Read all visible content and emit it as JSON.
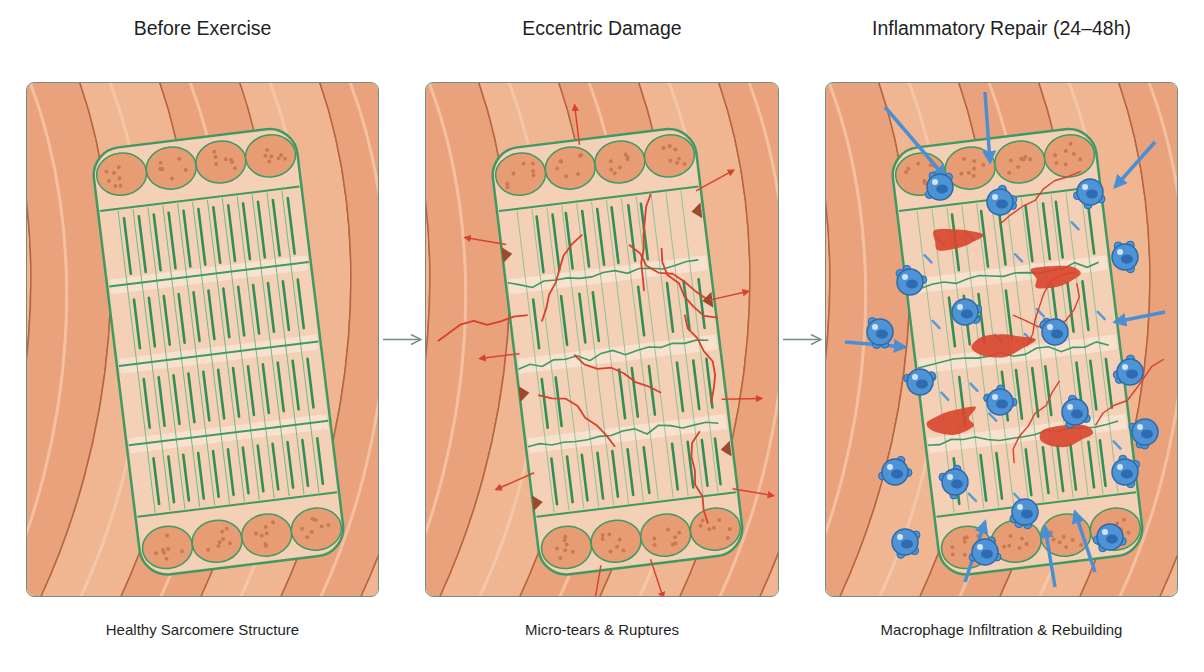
{
  "diagram": {
    "nodes": [
      {
        "text": [
          "Before Exercise",
          "Healthy Sarcomere Structure"
        ]
      },
      {
        "text": [
          "Eccentric Damage",
          "Micro-tears & Ruptures"
        ]
      },
      {
        "text": [
          "Inflammatory Repair (24–48h)",
          "Macrophage Infiltration & Rebuilding"
        ]
      }
    ],
    "edges": [
      {
        "from": 0,
        "to": 1,
        "arrow": "to"
      },
      {
        "from": 1,
        "to": 2,
        "arrow": "to"
      }
    ]
  }
}
